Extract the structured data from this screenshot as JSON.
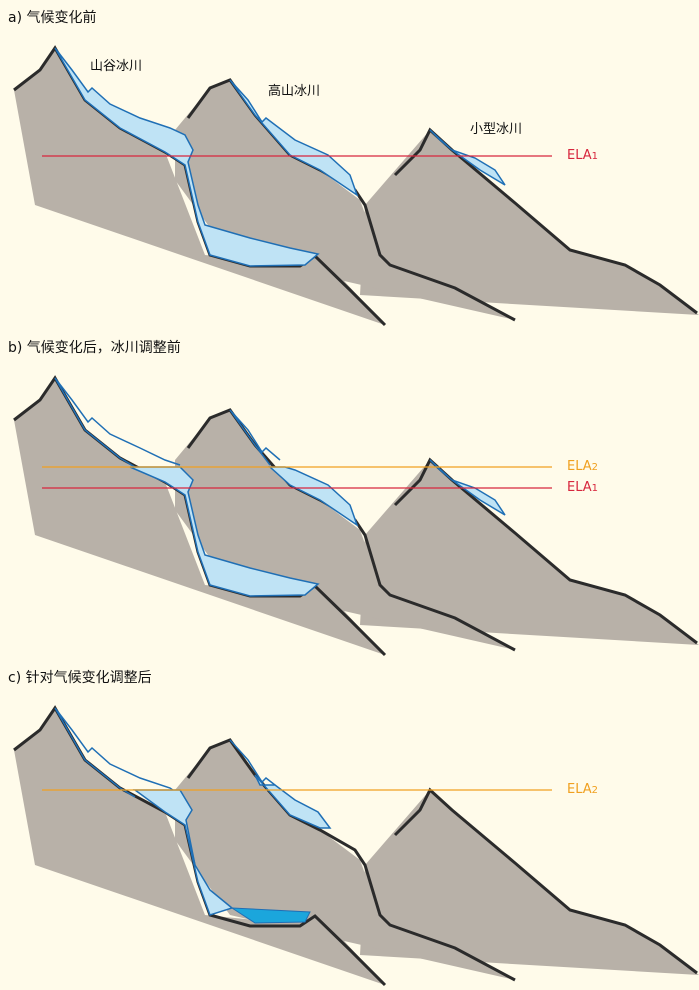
{
  "panels": {
    "a": {
      "title": "a) 气候变化前",
      "glaciers": {
        "valley": "山谷冰川",
        "alpine": "高山冰川",
        "small": "小型冰川"
      },
      "ela1": {
        "base": "ELA",
        "sub": "1"
      }
    },
    "b": {
      "title": "b) 气候变化后，冰川调整前",
      "ela2": {
        "base": "ELA",
        "sub": "2"
      },
      "ela1": {
        "base": "ELA",
        "sub": "1"
      }
    },
    "c": {
      "title": "c) 针对气候变化调整后",
      "ela2": {
        "base": "ELA",
        "sub": "2"
      }
    }
  },
  "colors": {
    "background": "#FFFBEA",
    "mountain": "#B8B1A8",
    "ridge": "#2B2B2B",
    "ice": "#BFE3F5",
    "ice_outline": "#1F6FB5",
    "lake": "#1BA6DC",
    "ela1": "#D7263D",
    "ela2": "#F0A020"
  }
}
